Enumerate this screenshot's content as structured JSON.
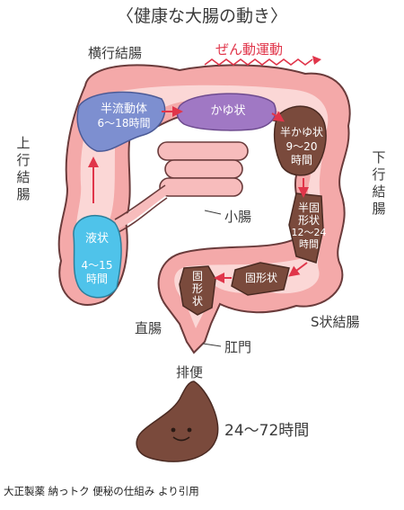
{
  "title": "〈健康な大腸の動き〉",
  "labels": {
    "transverse_colon": "横行結腸",
    "peristalsis": "ぜん動運動",
    "ascending_colon": "上行結腸",
    "descending_colon": "下行結腸",
    "small_intestine": "小腸",
    "rectum": "直腸",
    "sigmoid_colon": "S状結腸",
    "anus": "肛門",
    "defecation": "排便",
    "total_time": "24〜72時間"
  },
  "stages": {
    "liquid": "液状",
    "liquid_time": "4〜15時間",
    "semi_fluid": "半流動体",
    "semi_fluid_time": "6〜18時間",
    "mushy": "かゆ状",
    "semi_mushy": "半かゆ状",
    "semi_mushy_time": "9〜20時間",
    "semi_solid": "半固形状",
    "semi_solid_time": "12〜24時間",
    "solid": "固形状",
    "solid_rect": "固形状"
  },
  "caption": "大正製薬 納っトク 便秘の仕組み より引用",
  "colors": {
    "colon_fill": "#f4a9a9",
    "colon_outline": "#6a3b3b",
    "inner_fill": "#fde7e5",
    "liquid_blue": "#4fc3ea",
    "semi_fluid": "#7d8fd0",
    "mushy": "#a078c4",
    "brown": "#7a4a3c",
    "arrow_red": "#e0354a"
  }
}
